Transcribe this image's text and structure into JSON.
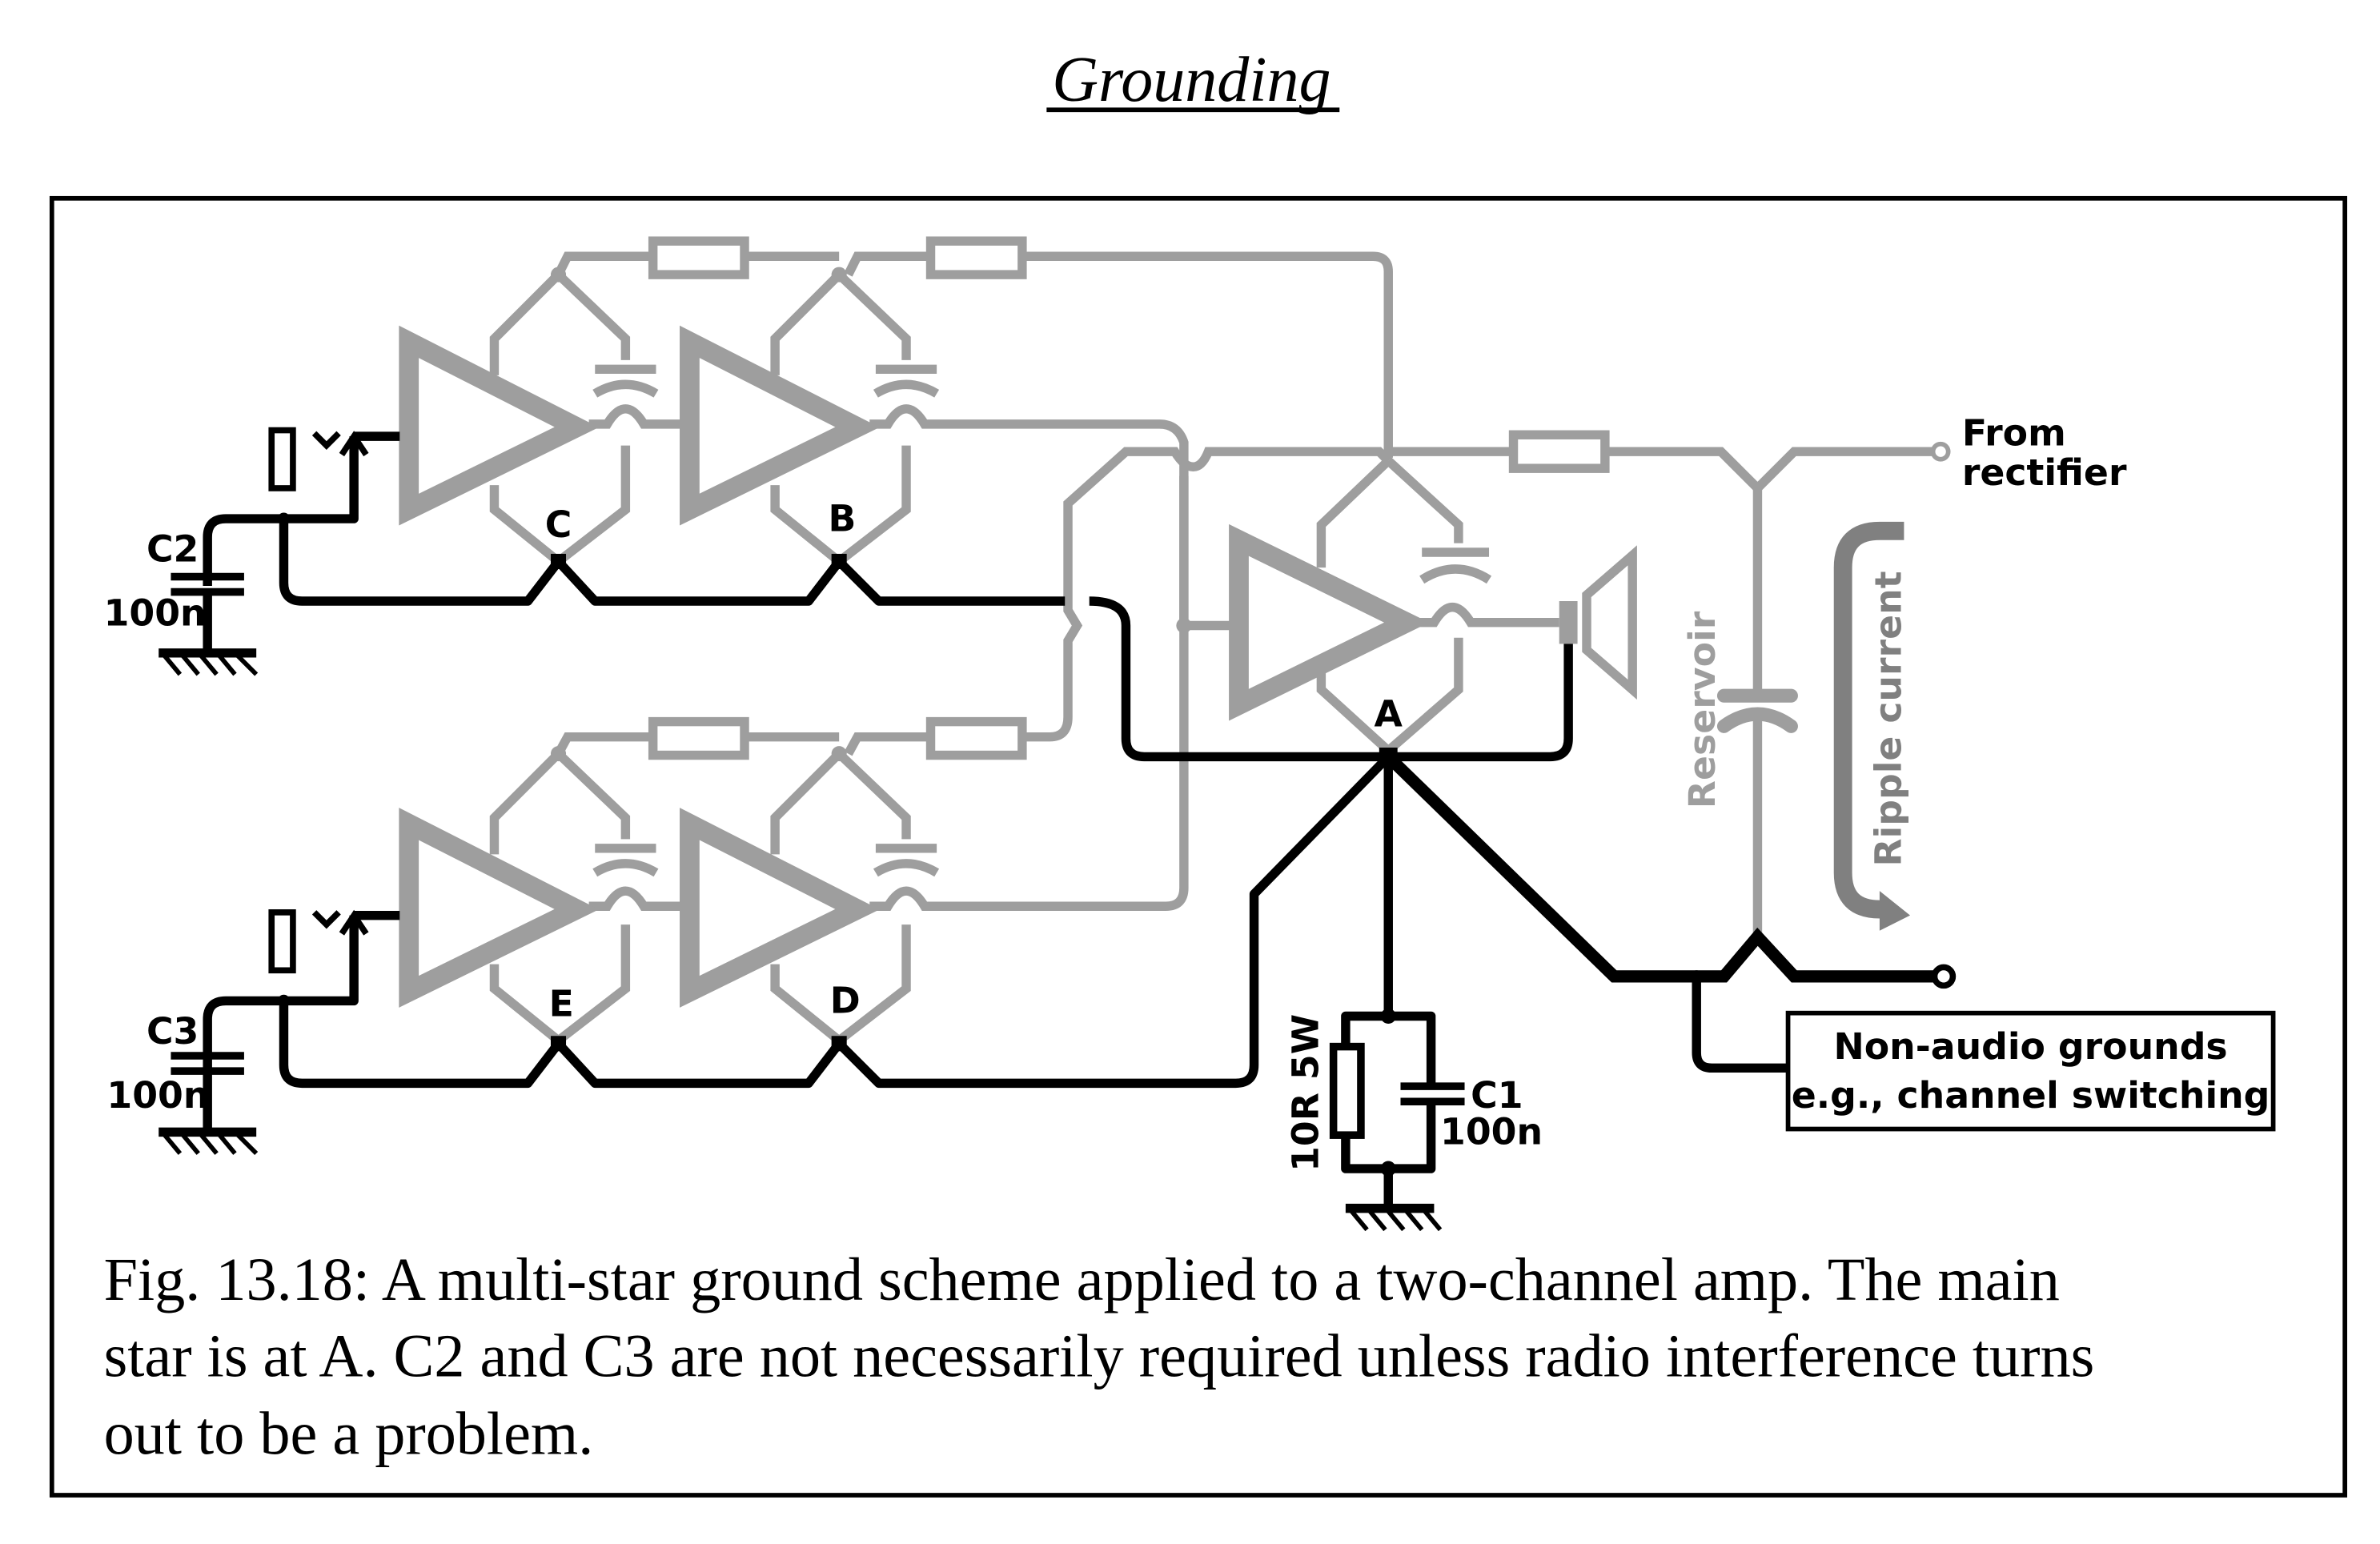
{
  "page": {
    "title": "Grounding"
  },
  "figure": {
    "caption_lines": [
      "Fig. 13.18: A multi-star ground scheme applied to a two-channel amp. The main",
      "star is at A. C2 and C3 are not necessarily required unless radio interference turns",
      "out to be a problem."
    ]
  },
  "schematic": {
    "star_points": {
      "a": "A",
      "b": "B",
      "c": "C",
      "d": "D",
      "e": "E"
    },
    "components": {
      "c2_name": "C2",
      "c2_value": "100n",
      "c3_name": "C3",
      "c3_value": "100n",
      "c1_name": "C1",
      "c1_value": "100n",
      "resistor_ground_lift": "10R 5W",
      "reservoir_label": "Reservoir"
    },
    "annotations": {
      "from_rectifier_line1": "From",
      "from_rectifier_line2": "rectifier",
      "ripple_current": "Ripple current",
      "non_audio_line1": "Non-audio grounds",
      "non_audio_line2": "e.g., channel switching"
    },
    "colors": {
      "ground_wire": "#000000",
      "signal_wire": "#9e9e9e",
      "ripple_arrow": "#808080"
    }
  }
}
